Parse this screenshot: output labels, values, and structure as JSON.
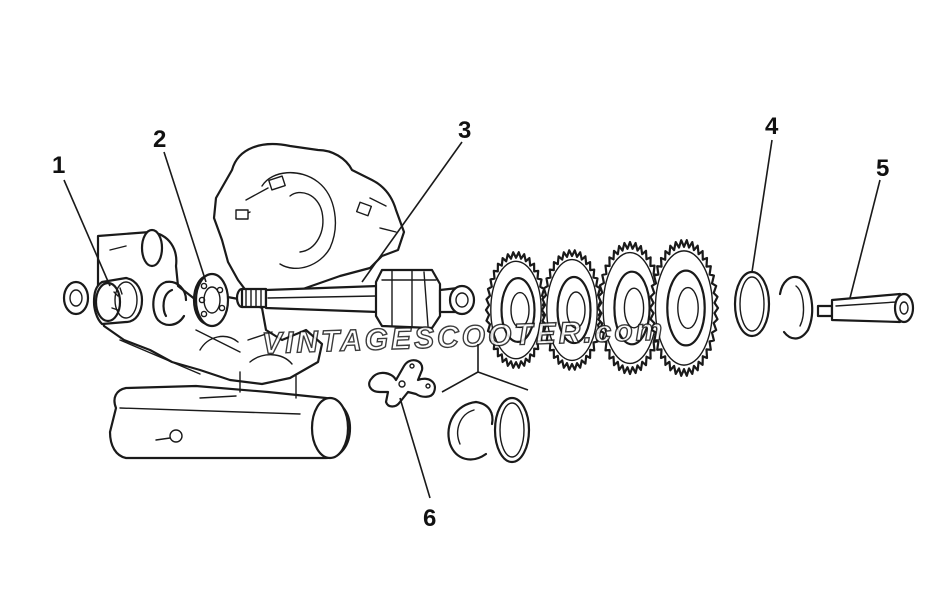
{
  "callouts": {
    "c1": "1",
    "c2": "2",
    "c3": "3",
    "c4": "4",
    "c5": "5",
    "c6": "6"
  },
  "watermark": "VINTAGESCOOTER.com",
  "colors": {
    "ink": "#1a1a1a",
    "paper": "#ffffff"
  }
}
